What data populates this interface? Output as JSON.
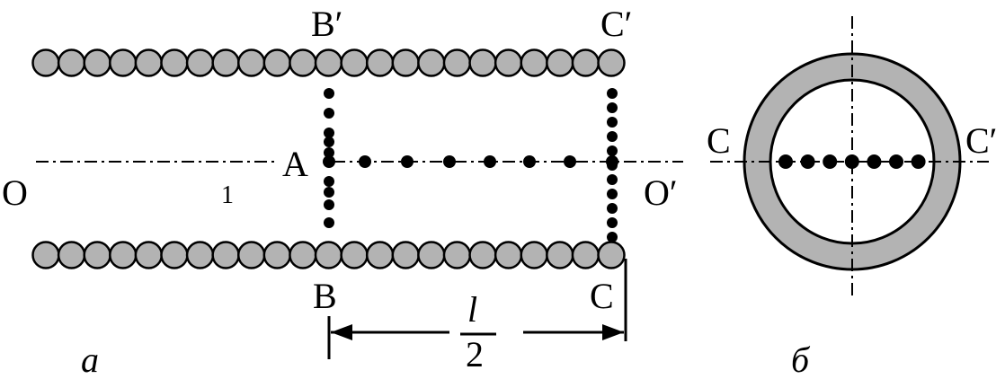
{
  "diagram": {
    "labels": {
      "b_prime": "B′",
      "c_prime_left": "C′",
      "o_left": "O",
      "a_point": "A",
      "one": "1",
      "o_prime": "O′",
      "b_bottom": "B",
      "c_bottom": "C",
      "l": "l",
      "two": "2",
      "panel_a": "а",
      "c_ring_left": "C",
      "c_prime_ring": "C′",
      "panel_b": "б"
    },
    "colors": {
      "ink": "#000000",
      "fill_gray": "#b3b3b3",
      "background": "#ffffff"
    }
  }
}
